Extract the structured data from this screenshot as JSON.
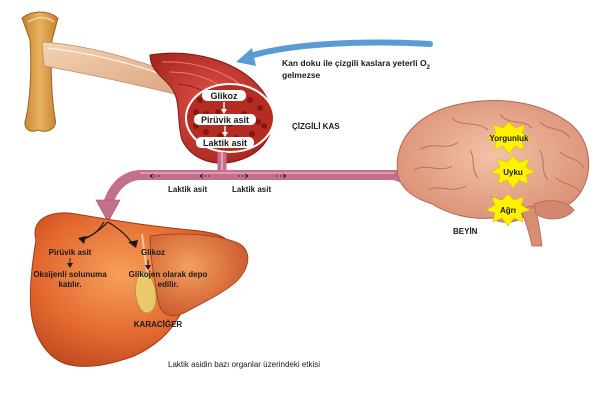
{
  "caption": "Laktik asidin bazı organlar üzerindeki etkisi",
  "arrow_note": {
    "line1_prefix": "Kan doku ile çizgili kaslara yeterli O",
    "line1_sub": "2",
    "line2": "gelmezse"
  },
  "muscle": {
    "label": "ÇİZGİLİ KAS",
    "pathway": [
      "Glikoz",
      "Pirüvik asit",
      "Laktik asit"
    ]
  },
  "vessel": {
    "label_left": "Laktik asit",
    "label_right": "Laktik asit"
  },
  "brain": {
    "label": "BEYİN",
    "effects": [
      "Yorgunluk",
      "Uyku",
      "Ağrı"
    ]
  },
  "liver": {
    "label": "KARACİĞER",
    "left_title": "Pirüvik asit",
    "left_text_1": "Oksijenli solunuma",
    "left_text_2": "katılır.",
    "right_title": "Glikoz",
    "right_text_1": "Glikojen olarak depo",
    "right_text_2": "edilir."
  },
  "colors": {
    "vessel": "#c4708c",
    "vessel_dark": "#a04d6c",
    "muscle": "#c0392b",
    "liver": "#e0662f",
    "brain": "#e9a98c",
    "star": "#fff200",
    "bone": "#d89a3c",
    "blue_arrow": "#5b9bd5"
  }
}
